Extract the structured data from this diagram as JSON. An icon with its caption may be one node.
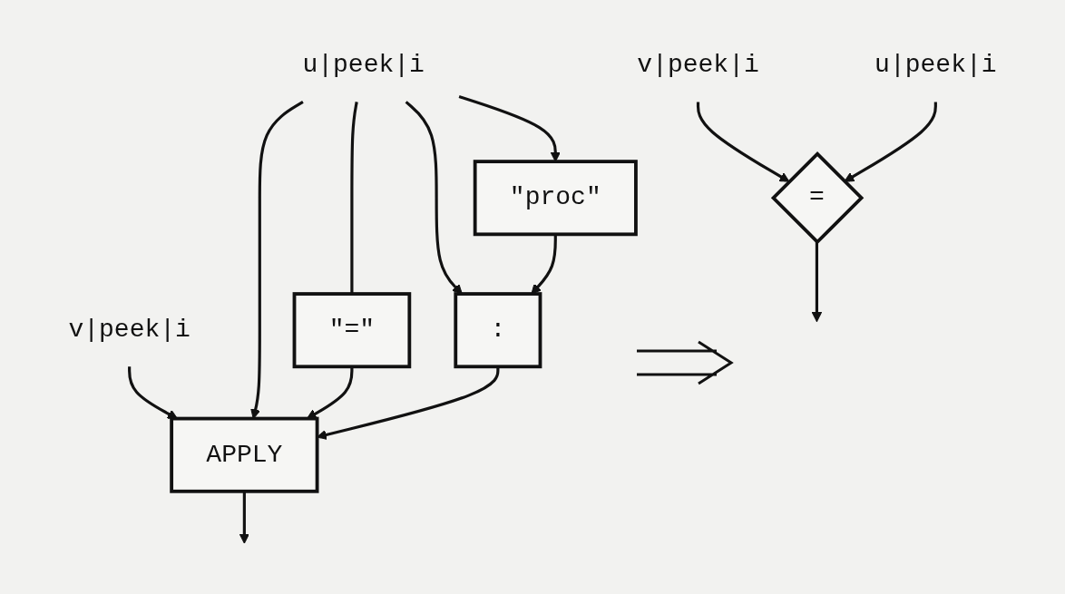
{
  "diagram": {
    "nodes": [
      {
        "text": [
          "u|peek|i"
        ]
      },
      {
        "text": [
          "v|peek|i"
        ]
      },
      {
        "text": [
          "="
        ]
      },
      {
        "text": [
          "u|peek|i"
        ]
      },
      {
        "text": [
          "v|peek|i"
        ]
      },
      {
        "text": [
          "\"proc\""
        ]
      },
      {
        "text": [
          ":"
        ]
      },
      {
        "text": [
          "\"=\""
        ]
      },
      {
        "text": [
          "APPLY"
        ]
      }
    ],
    "edges": [
      {
        "from": 0,
        "to": 2,
        "arrow": "to"
      },
      {
        "from": 1,
        "to": 2,
        "arrow": "to"
      },
      {
        "from": 2,
        "to": null,
        "arrow": "to"
      },
      {
        "from": 3,
        "to": 5,
        "arrow": "to"
      },
      {
        "from": 3,
        "to": 6,
        "arrow": "to"
      },
      {
        "from": 3,
        "to": 7,
        "arrow": "none"
      },
      {
        "from": 3,
        "to": 8,
        "arrow": "to"
      },
      {
        "from": 5,
        "to": 6,
        "arrow": "to"
      },
      {
        "from": 7,
        "to": 8,
        "arrow": "to"
      },
      {
        "from": 4,
        "to": 8,
        "arrow": "to"
      },
      {
        "from": 6,
        "to": 8,
        "arrow": "to"
      },
      {
        "from": 8,
        "to": null,
        "arrow": "to"
      }
    ]
  }
}
